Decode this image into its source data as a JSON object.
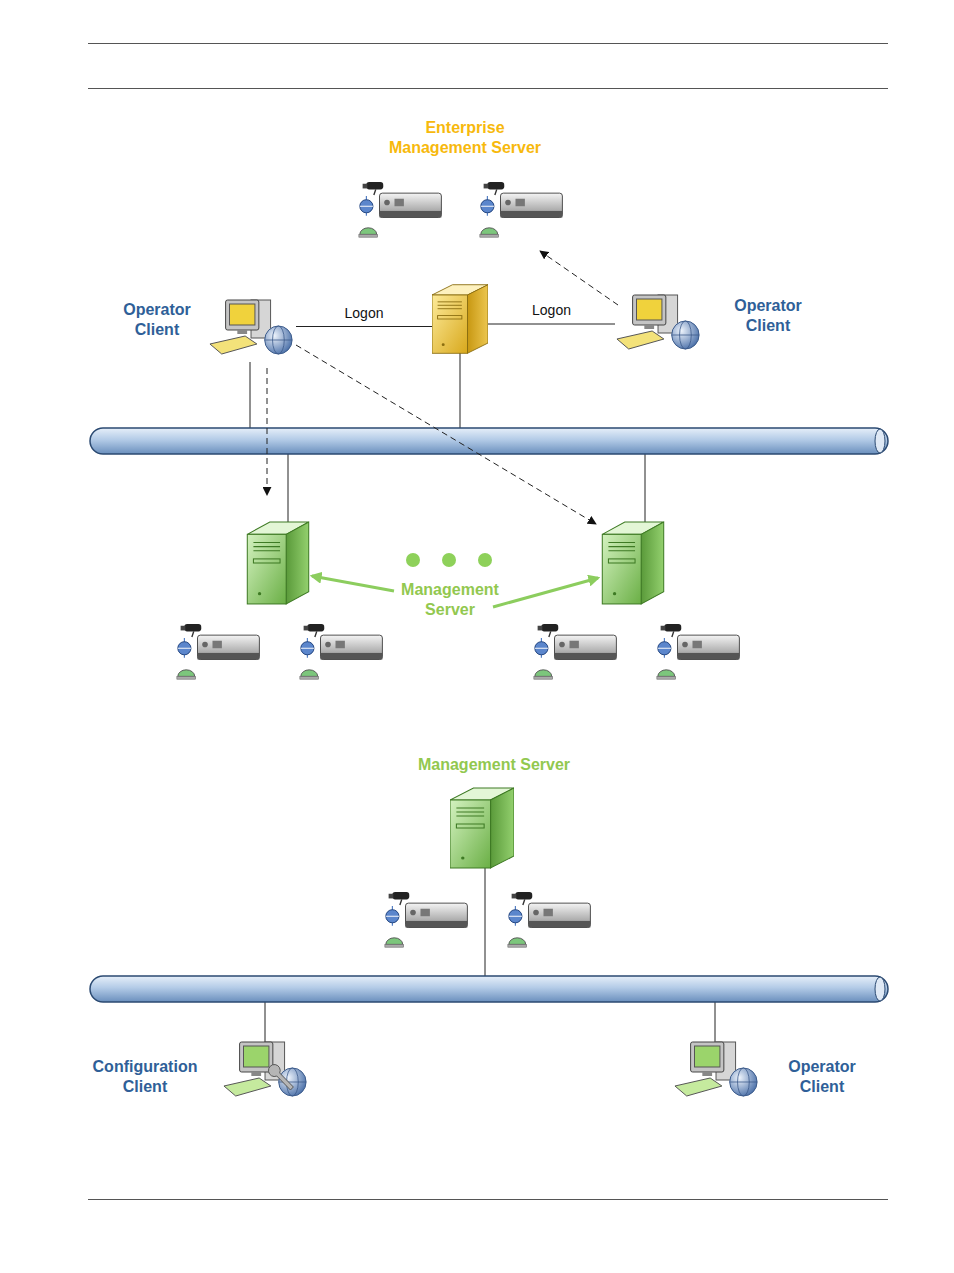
{
  "diagram": {
    "nodes": [
      {
        "text": [
          "Enterprise Management Server"
        ]
      },
      {
        "text": [
          "Operator Client"
        ]
      },
      {
        "text": [
          "Operator Client"
        ]
      },
      {
        "text": [
          "Management Server"
        ]
      },
      {
        "text": [
          "Configuration Client"
        ]
      },
      {
        "text": [
          "Operator Client"
        ]
      }
    ],
    "edges": [
      {
        "from": 1,
        "to": 0,
        "label": "Logon",
        "arrow": "none"
      },
      {
        "from": 0,
        "to": 2,
        "label": "Logon",
        "arrow": "none"
      }
    ],
    "labels": [
      "Management Server"
    ]
  }
}
